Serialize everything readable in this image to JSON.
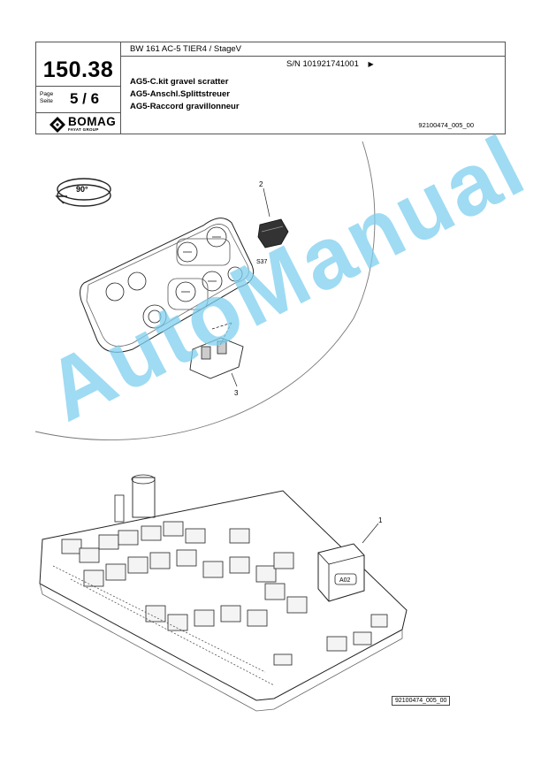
{
  "header": {
    "model": "BW 161 AC-5 TIER4 / StageV",
    "page_number": "150.38",
    "page_label_en": "Page",
    "page_label_de": "Seite",
    "page_value": "5 / 6",
    "serial": "S/N 101921741001",
    "serial_arrow": "▶",
    "titles": [
      "AG5-C.kit gravel scratter",
      "AG5-Anschl.Splittstreuer",
      "AG5-Raccord gravillonneur"
    ],
    "doc_id": "92100474_005_00",
    "logo_text": "BOMAG",
    "logo_sub": "FAYAT GROUP"
  },
  "drawing": {
    "rotation_label": "90°",
    "callouts": [
      "1",
      "2",
      "3"
    ],
    "switch_label": "S37",
    "relay_label": "A02"
  },
  "watermark": "AutoManual",
  "footer": {
    "image_id": "92100474_005_00"
  }
}
